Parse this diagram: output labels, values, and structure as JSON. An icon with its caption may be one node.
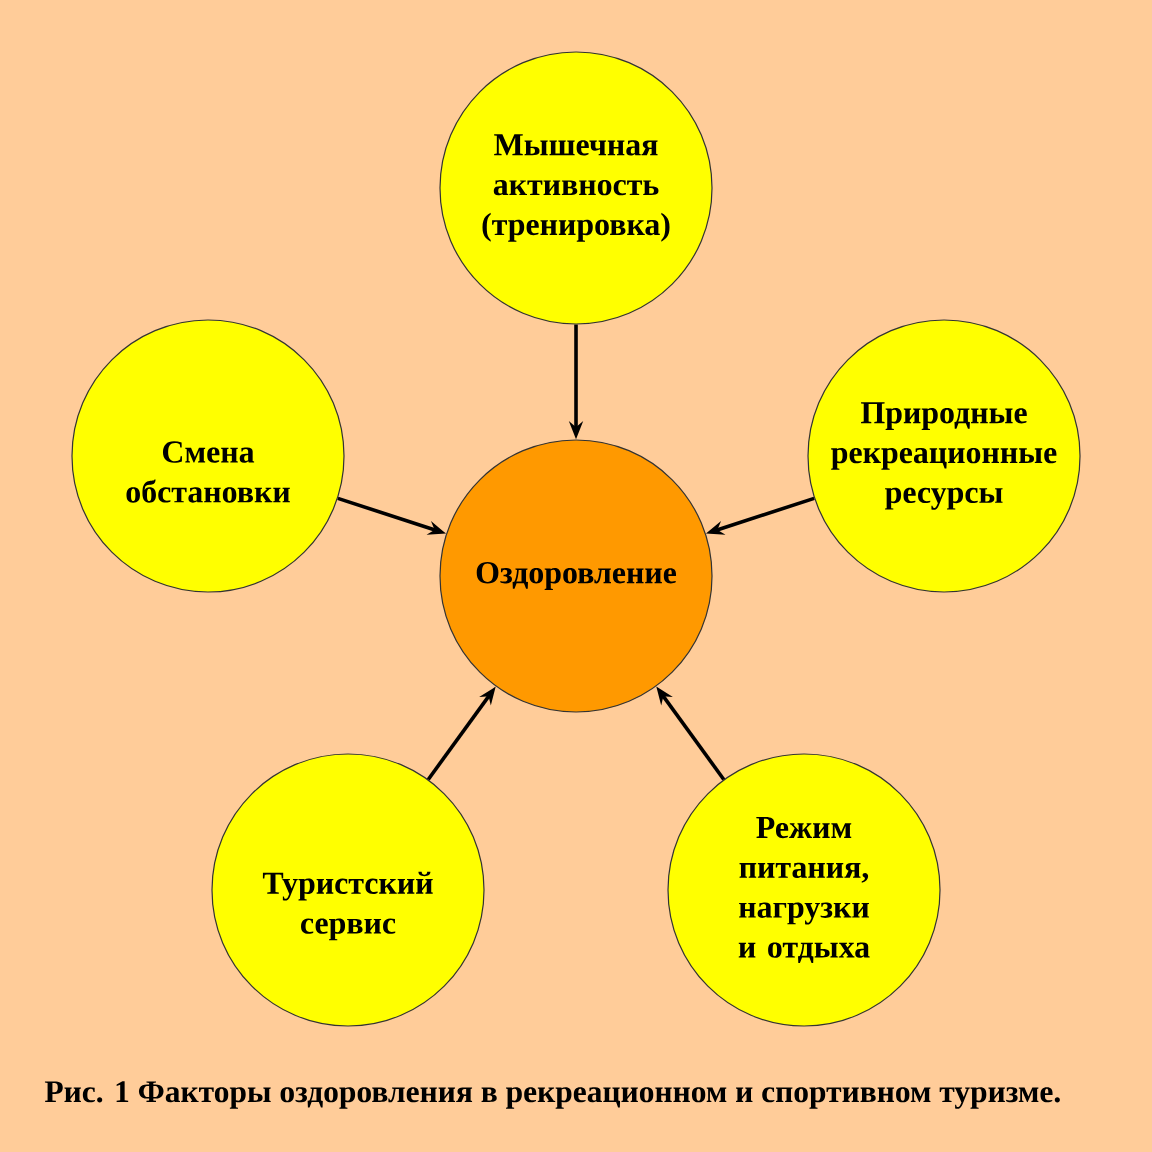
{
  "diagram": {
    "caption": "Рис. 1 Факторы оздоровления в рекреационном и спортивном туризме.",
    "nodes": [
      {
        "text": [
          "Мышечная активность (тренировка)"
        ]
      },
      {
        "text": [
          "Смена обстановки"
        ]
      },
      {
        "text": [
          "Оздоровление"
        ]
      },
      {
        "text": [
          "Природные рекреационные ресурсы"
        ]
      },
      {
        "text": [
          "Туристский сервис"
        ]
      },
      {
        "text": [
          "Режим питания, нагрузки и отдыха"
        ]
      }
    ],
    "edges": [
      {
        "from": 0,
        "to": 2,
        "arrow": "to"
      },
      {
        "from": 1,
        "to": 2,
        "arrow": "to"
      },
      {
        "from": 3,
        "to": 2,
        "arrow": "to"
      },
      {
        "from": 4,
        "to": 2,
        "arrow": "to"
      },
      {
        "from": 5,
        "to": 2,
        "arrow": "to"
      }
    ]
  }
}
